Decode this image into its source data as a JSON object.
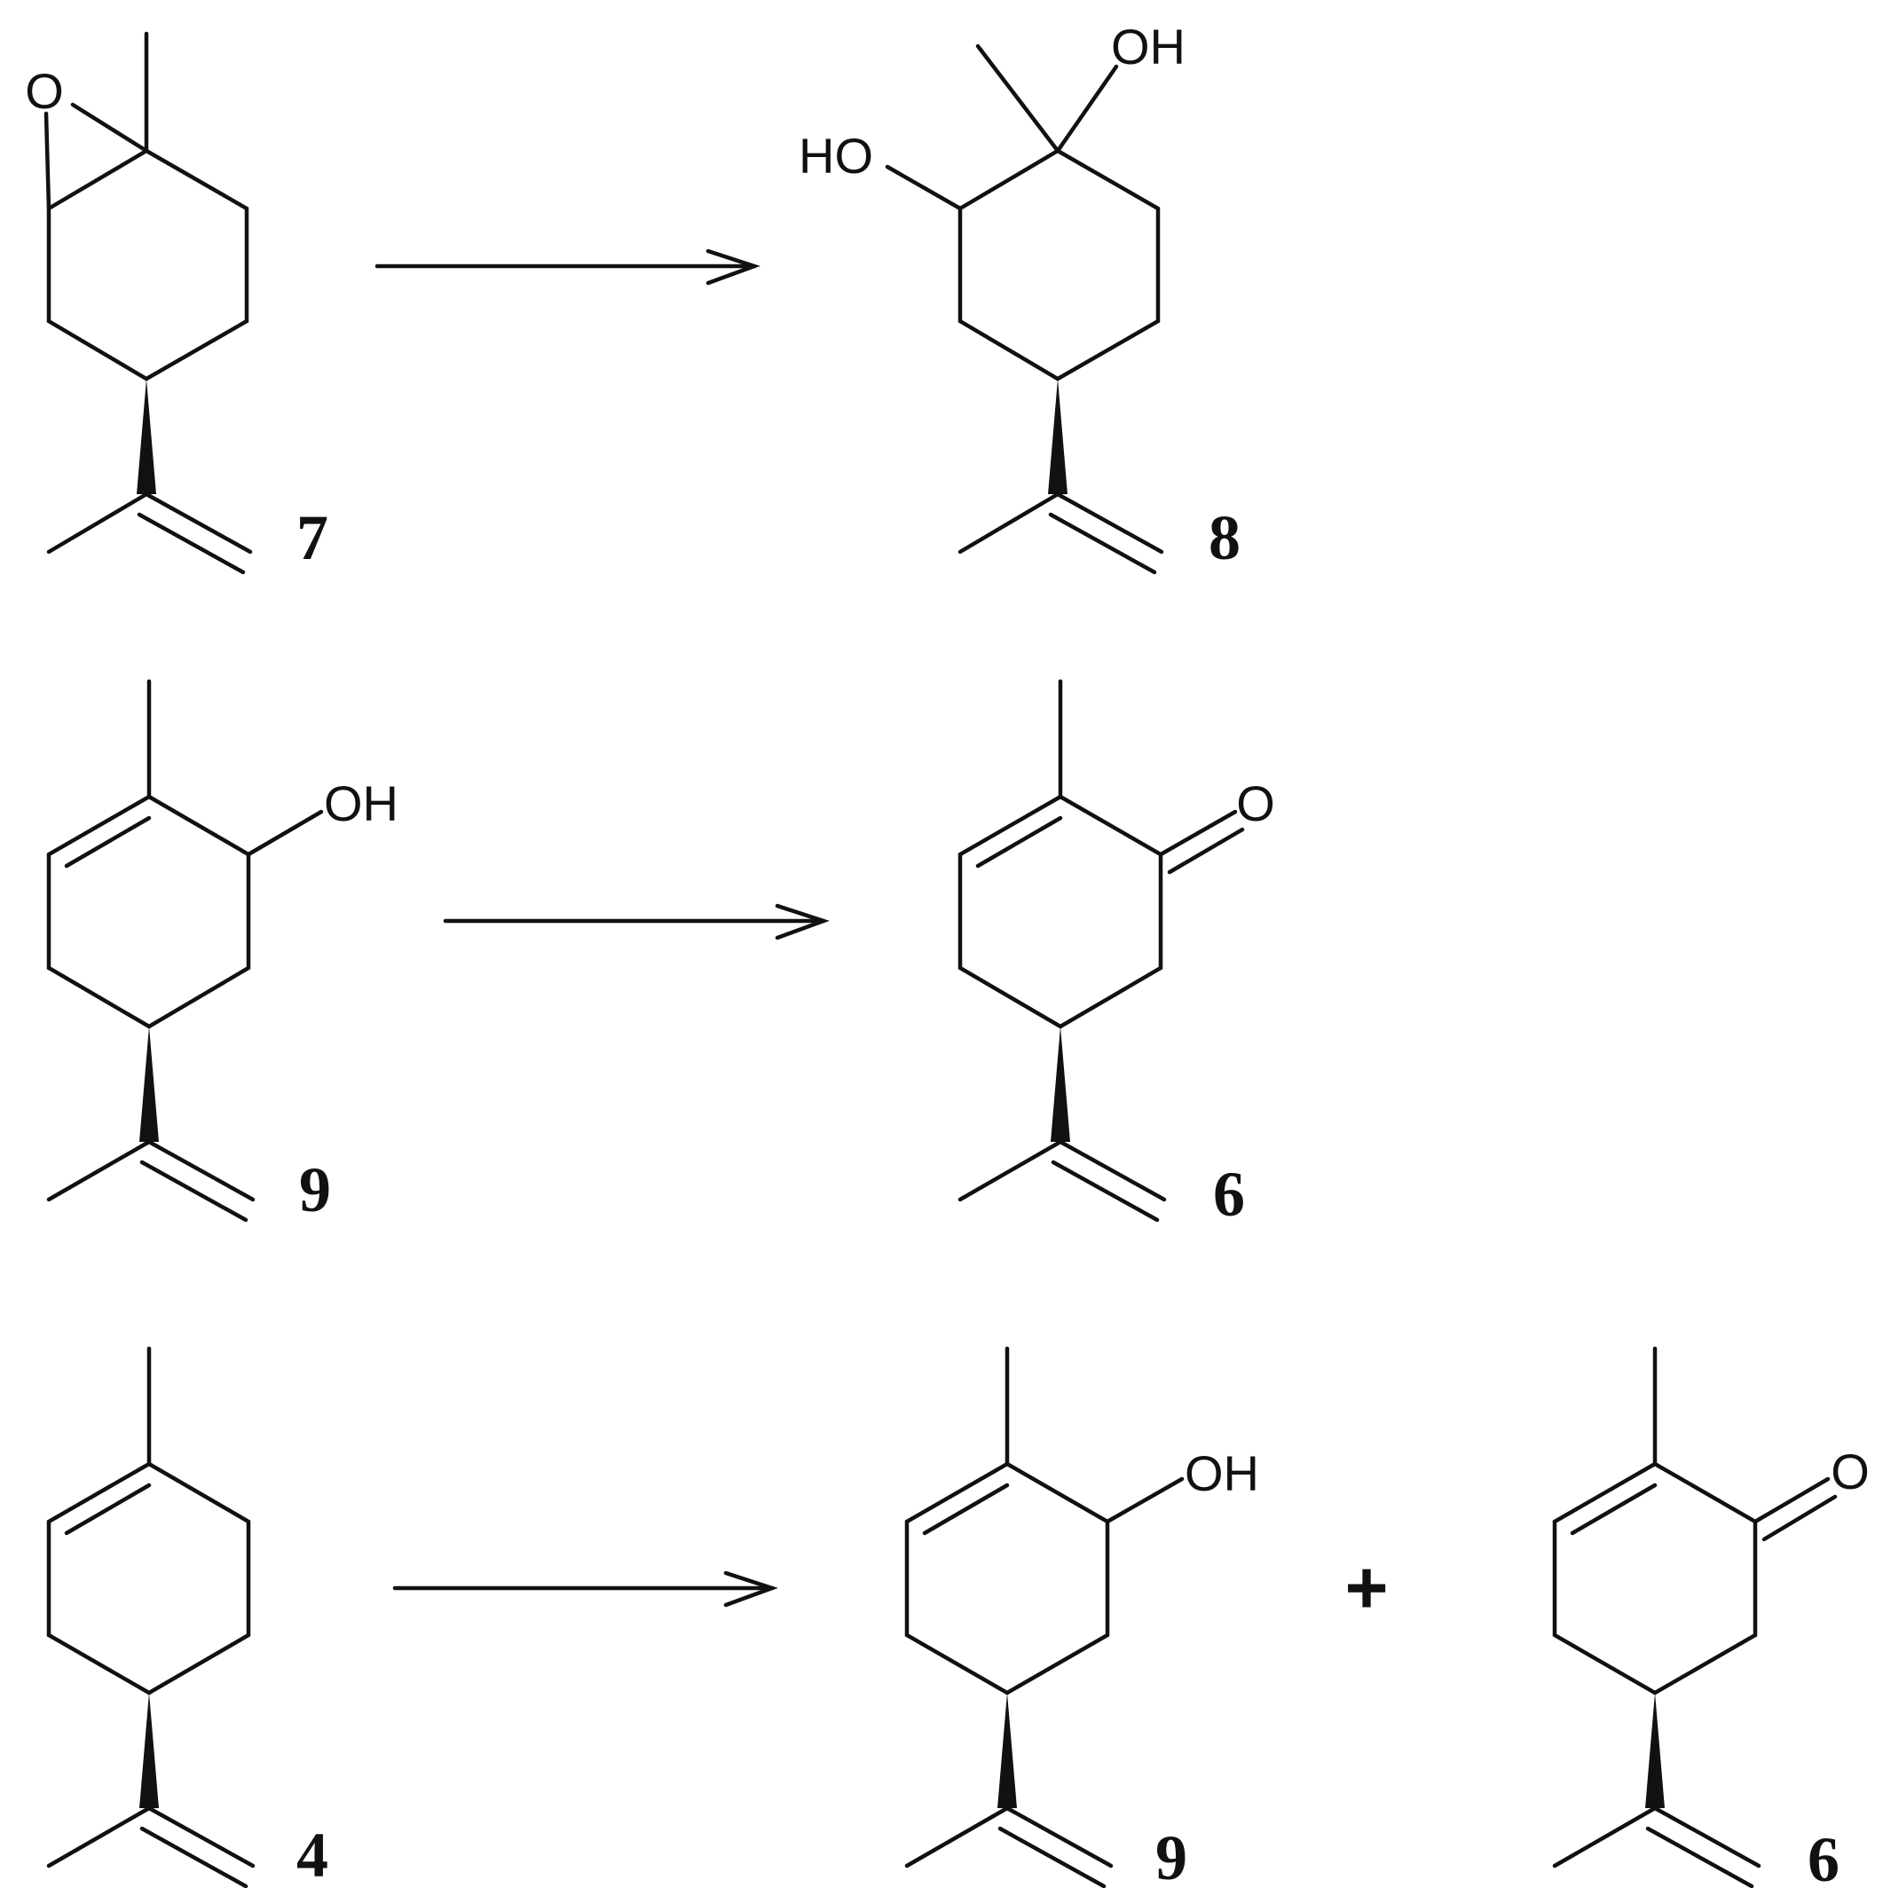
{
  "scheme": {
    "reactions": [
      {
        "reactant": {
          "compound_id": "7",
          "atoms": {
            "o": "O"
          }
        },
        "products": [
          {
            "compound_id": "8",
            "atoms": {
              "oh_top": "OH",
              "ho_left": "HO"
            }
          }
        ]
      },
      {
        "reactant": {
          "compound_id": "9",
          "atoms": {
            "oh": "OH"
          }
        },
        "products": [
          {
            "compound_id": "6",
            "atoms": {
              "o": "O"
            }
          }
        ]
      },
      {
        "reactant": {
          "compound_id": "4"
        },
        "products": [
          {
            "compound_id": "9",
            "atoms": {
              "oh": "OH"
            }
          },
          {
            "compound_id": "6",
            "atoms": {
              "o": "O"
            }
          }
        ],
        "plus_sign": "+"
      }
    ]
  }
}
